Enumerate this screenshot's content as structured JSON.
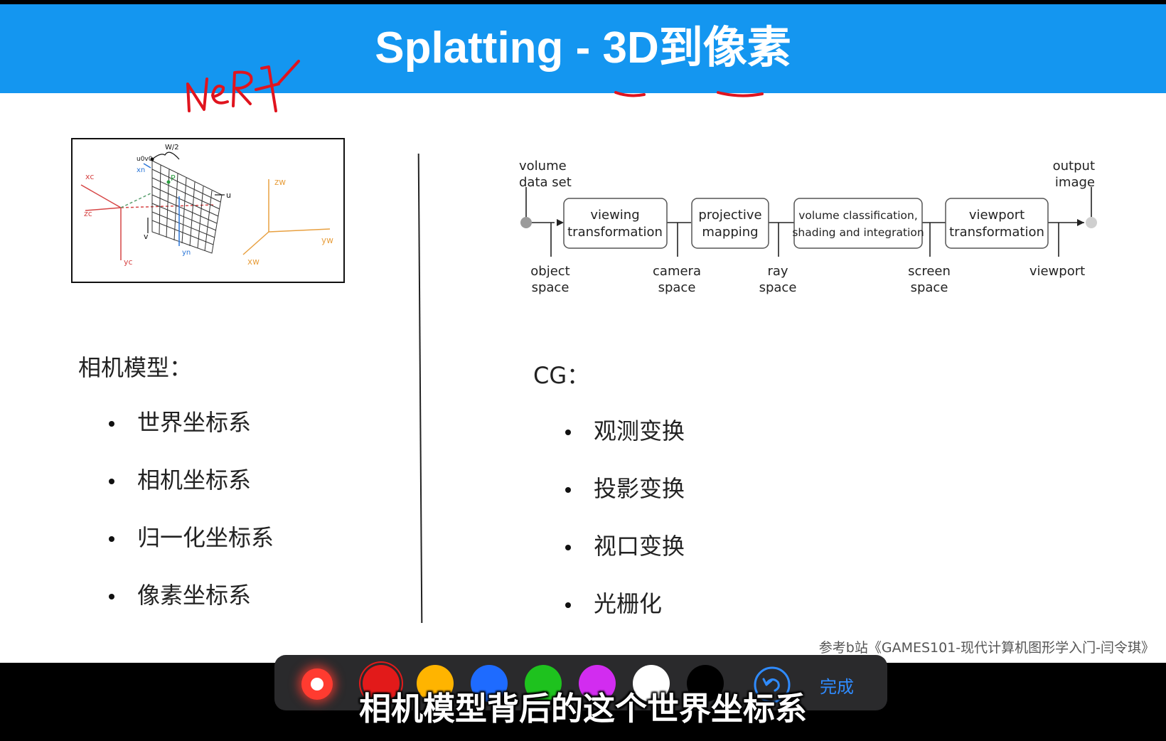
{
  "slide": {
    "title": "Splatting - 3D到像素",
    "annotation_text": "NeRF",
    "left_section": {
      "title": "相机模型：",
      "items": [
        "世界坐标系",
        "相机坐标系",
        "归一化坐标系",
        "像素坐标系"
      ]
    },
    "right_section": {
      "title": "CG：",
      "items": [
        "观测变换",
        "投影变换",
        "视口变换",
        "光栅化"
      ]
    },
    "camera_figure": {
      "labels": {
        "xc": "xc",
        "zc": "zc",
        "yc": "yc",
        "xn": "xn",
        "yn": "yn",
        "u": "u",
        "v": "v",
        "u0v0": "u0v0",
        "wh2": "W/2",
        "p": "P",
        "zw": "zw",
        "yw": "yw",
        "xw": "xw"
      }
    },
    "pipeline": {
      "start_label": [
        "volume",
        "data set"
      ],
      "end_label": [
        "output",
        "image"
      ],
      "boxes": [
        [
          "viewing",
          "transformation"
        ],
        [
          "projective",
          "mapping"
        ],
        [
          "volume classification,",
          "shading and integration"
        ],
        [
          "viewport",
          "transformation"
        ]
      ],
      "spaces": [
        [
          "object",
          "space"
        ],
        [
          "camera",
          "space"
        ],
        [
          "ray",
          "space"
        ],
        [
          "screen",
          "space"
        ],
        [
          "viewport"
        ]
      ]
    },
    "reference": "参考b站《GAMES101-现代计算机图形学入门-闫令琪》"
  },
  "toolbar": {
    "colors": [
      "#e21a1a",
      "#ffb400",
      "#1e6bff",
      "#1ec21e",
      "#d22cf0",
      "#ffffff",
      "#000000"
    ],
    "color_names": [
      "red",
      "yellow",
      "blue",
      "green",
      "purple",
      "white",
      "black"
    ],
    "done_label": "完成",
    "icons": {
      "record": "record-icon",
      "undo": "undo-icon"
    }
  },
  "subtitle": "相机模型背后的这个世界坐标系"
}
